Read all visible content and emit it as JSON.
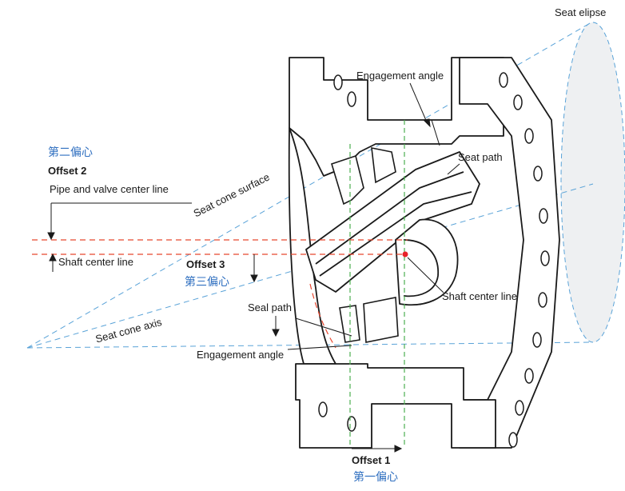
{
  "labels": {
    "seat_ellipse": "Seat elipse",
    "engagement_angle_top": "Engagement angle",
    "seat_path_top": "Seat path",
    "offset2_cn": "第二偏心",
    "offset2_en": "Offset 2",
    "pipe_valve_center_line": "Pipe and valve center line",
    "seat_cone_surface": "Seat cone surface",
    "shaft_center_line_left": "Shaft center line",
    "offset3_en": "Offset 3",
    "offset3_cn": "第三偏心",
    "shaft_center_line_right": "Shaft center line",
    "seat_path_bottom": "Seal path",
    "seat_cone_axis": "Seat cone axis",
    "engagement_angle_bottom": "Engagement angle",
    "offset1_en": "Offset 1",
    "offset1_cn": "第一偏心"
  },
  "colors": {
    "outline": "#1a1a1a",
    "cone_lines": "#5aa3d8",
    "offset_lines": "#e8472f",
    "offset1_lines": "#4caf50",
    "shaft_dot": "#e8232a",
    "chinese_text": "#2f6fc0"
  }
}
